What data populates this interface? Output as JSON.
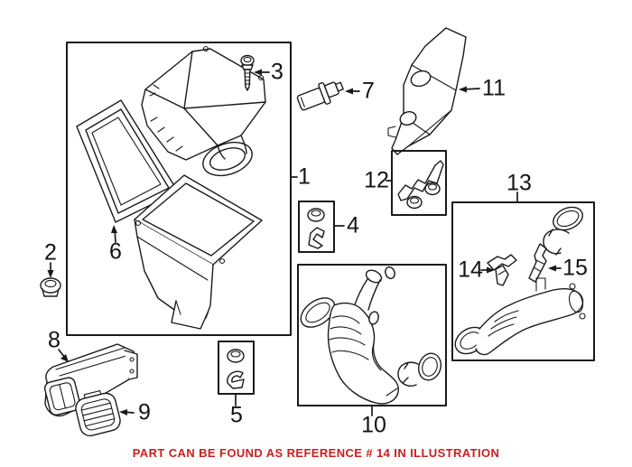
{
  "figure": {
    "caption": "PART CAN BE FOUND AS REFERENCE # 14 IN ILLUSTRATION"
  },
  "colors": {
    "caption_red": "#c9201d",
    "line_black": "#1a1a1a",
    "background": "#ffffff"
  },
  "callouts": [
    {
      "id": "1",
      "label": "1"
    },
    {
      "id": "2",
      "label": "2"
    },
    {
      "id": "3",
      "label": "3"
    },
    {
      "id": "4",
      "label": "4"
    },
    {
      "id": "5",
      "label": "5"
    },
    {
      "id": "6",
      "label": "6"
    },
    {
      "id": "7",
      "label": "7"
    },
    {
      "id": "8",
      "label": "8"
    },
    {
      "id": "9",
      "label": "9"
    },
    {
      "id": "10",
      "label": "10"
    },
    {
      "id": "11",
      "label": "11"
    },
    {
      "id": "12",
      "label": "12"
    },
    {
      "id": "13",
      "label": "13"
    },
    {
      "id": "14",
      "label": "14"
    },
    {
      "id": "15",
      "label": "15"
    }
  ]
}
